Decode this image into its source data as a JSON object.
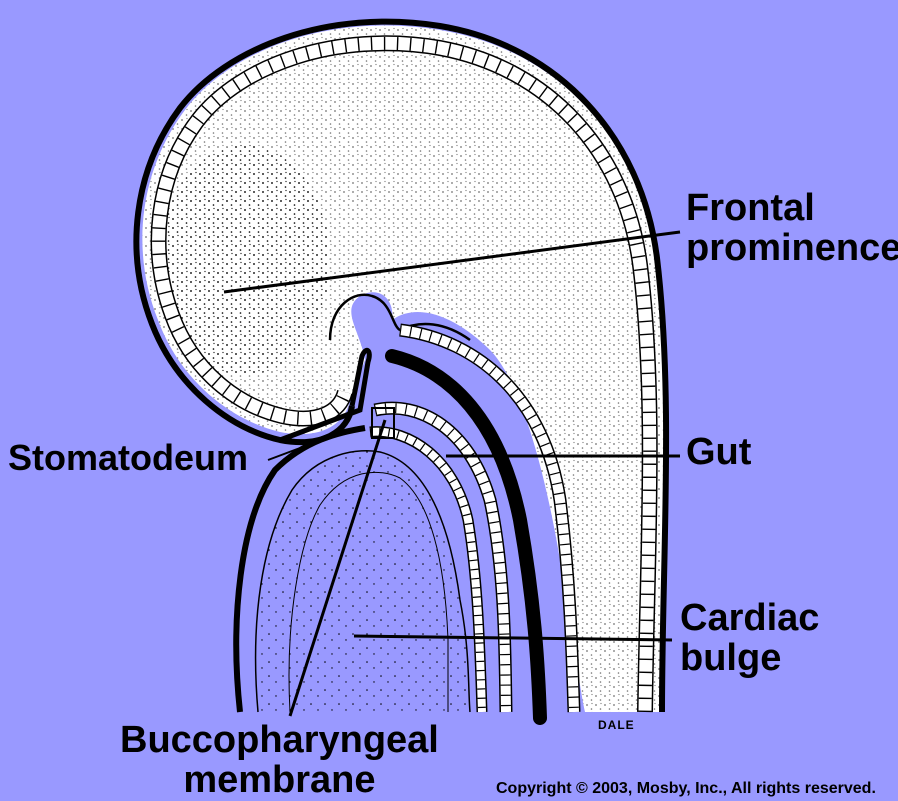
{
  "labels": {
    "frontal_line1": "Frontal",
    "frontal_line2": "prominence",
    "stomatodeum": "Stomatodeum",
    "gut": "Gut",
    "cardiac_line1": "Cardiac",
    "cardiac_line2": "bulge",
    "buccal_line1": "Buccopharyngeal",
    "buccal_line2": "membrane"
  },
  "signature": "DALE",
  "copyright": "Copyright © 2003, Mosby, Inc., All rights reserved.",
  "colors": {
    "background": "#9999ff",
    "ink": "#000000"
  }
}
